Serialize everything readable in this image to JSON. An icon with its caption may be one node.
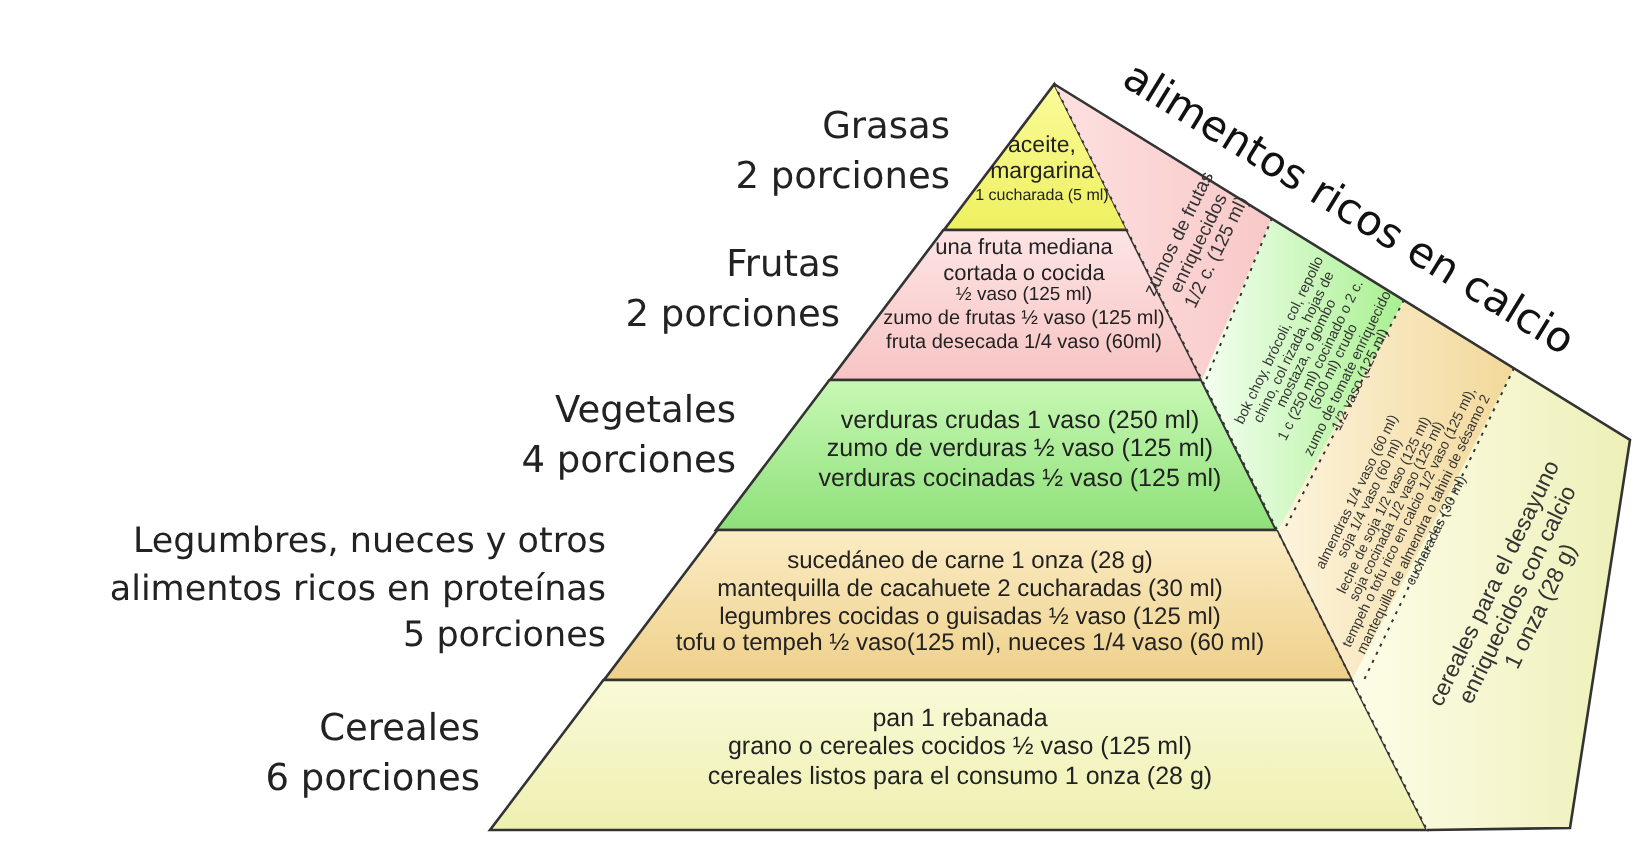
{
  "diagram": {
    "nodes": [
      {
        "text": [
          "aceite, margarina",
          "1 cucharada (5 ml)"
        ],
        "beside": [
          "Grasas",
          "2 porciones"
        ]
      },
      {
        "text": [
          "una fruta mediana cortada o cocida",
          "½ vaso (125 ml)",
          "zumo de frutas ½ vaso (125 ml)",
          "fruta desecada 1/4 vaso (60ml)"
        ],
        "beside": [
          "Frutas",
          "2 porciones"
        ]
      },
      {
        "text": [
          "verduras crudas 1 vaso (250 ml)",
          "zumo de verduras ½ vaso (125 ml)",
          "verduras cocinadas ½ vaso (125 ml)"
        ],
        "beside": [
          "Vegetales",
          "4 porciones"
        ]
      },
      {
        "text": [
          "sucedáneo de carne 1 onza (28 g)",
          "mantequilla de cacahuete 2 cucharadas (30 ml)",
          "legumbres cocidas o guisadas ½ vaso (125 ml)",
          "tofu o tempeh ½ vaso(125 ml), nueces 1/4 vaso (60 ml)"
        ],
        "beside": [
          "Legumbres, nueces y otros alimentos ricos en proteínas",
          "5 porciones"
        ]
      },
      {
        "text": [
          "pan 1 rebanada",
          "grano o cereales cocidos ½ vaso (125 ml)",
          "cereales listos para el consumo 1 onza (28 g)"
        ],
        "beside": [
          "Cereales",
          "6 porciones"
        ]
      },
      {
        "text": [
          "zumos de frutas enriquecidos",
          "1/2 c. (125 ml)"
        ]
      },
      {
        "text": [
          "bok choy, brócoli, col, repollo chino, col rizada, hojas de mostaza, o gombo",
          "1 c (250 ml) cocinado o 2 c. (500 ml) crudo",
          "zumo de tomate enriquecido",
          "1/2 vaso (125 ml)"
        ]
      },
      {
        "text": [
          "almendras 1/4 vaso (60 ml)",
          "soja 1/4 vaso (60 ml)",
          "leche de soja 1/2 vaso (125 ml)",
          "soja cocinada 1/2 vaso (125 ml)",
          "tempeh o tofu rico en calcio 1/2 vaso (125 ml), mantequilla de almendra o tahini de sésamo 2 cucharadas (30 ml)"
        ]
      },
      {
        "text": [
          "cereales para el desayuno enriquecidos con calcio",
          "1 onza (28 g)"
        ]
      }
    ],
    "labels": [
      "alimentos ricos en calcio"
    ]
  }
}
